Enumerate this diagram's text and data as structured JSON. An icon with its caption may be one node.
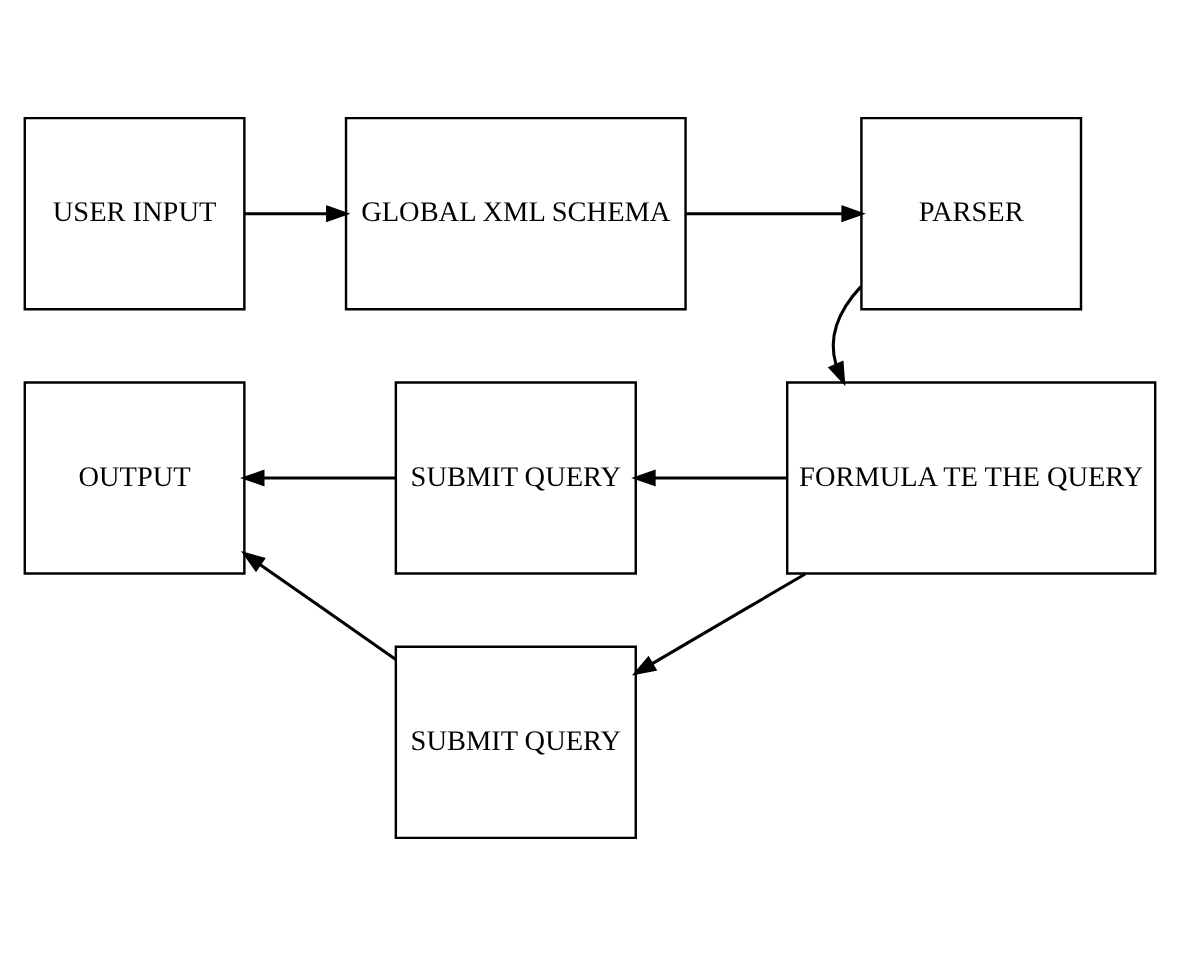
{
  "diagram": {
    "nodes": [
      {
        "text": [
          "USER INPUT"
        ]
      },
      {
        "text": [
          "GLOBAL XML SCHEMA"
        ]
      },
      {
        "text": [
          "PARSER"
        ]
      },
      {
        "text": [
          "SUBMIT QUERY"
        ]
      },
      {
        "text": [
          "OUTPUT"
        ]
      },
      {
        "text": [
          "FORMULA TE THE QUERY"
        ]
      },
      {
        "text": [
          "SUBMIT QUERY"
        ]
      }
    ],
    "edges": [
      {
        "from": 0,
        "to": 1,
        "arrow": "to"
      },
      {
        "from": 1,
        "to": 2,
        "arrow": "to"
      },
      {
        "from": 2,
        "to": 5,
        "arrow": "to"
      },
      {
        "from": 5,
        "to": 3,
        "arrow": "to"
      },
      {
        "from": 5,
        "to": 6,
        "arrow": "to"
      },
      {
        "from": 3,
        "to": 4,
        "arrow": "to"
      },
      {
        "from": 6,
        "to": 4,
        "arrow": "to"
      }
    ]
  }
}
